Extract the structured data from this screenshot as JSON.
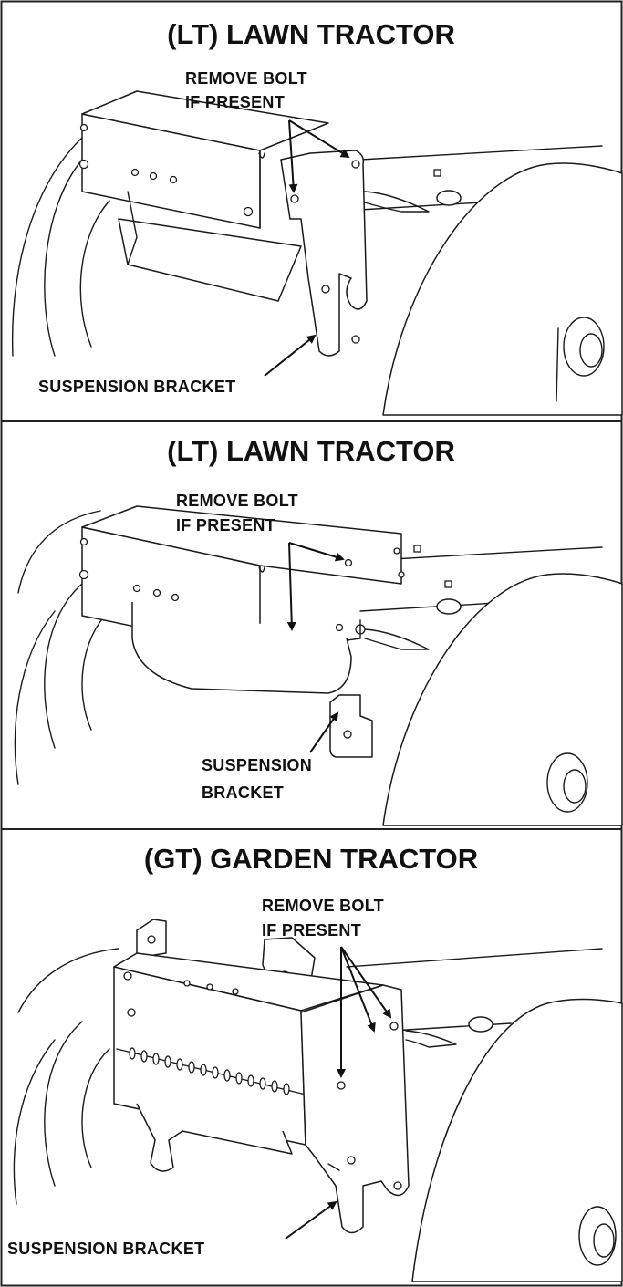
{
  "panels": [
    {
      "title": "(LT) LAWN TRACTOR",
      "callout_top": [
        "REMOVE BOLT",
        "IF PRESENT"
      ],
      "callout_bottom": [
        "SUSPENSION BRACKET"
      ]
    },
    {
      "title": "(LT) LAWN TRACTOR",
      "callout_top": [
        "REMOVE BOLT",
        "IF PRESENT"
      ],
      "callout_bottom": [
        "SUSPENSION",
        "BRACKET"
      ]
    },
    {
      "title": "(GT) GARDEN TRACTOR",
      "callout_top": [
        "REMOVE BOLT",
        "IF PRESENT"
      ],
      "callout_bottom": [
        "SUSPENSION BRACKET"
      ]
    }
  ],
  "colors": {
    "line": "#1a1a1a",
    "background": "#ffffff"
  }
}
